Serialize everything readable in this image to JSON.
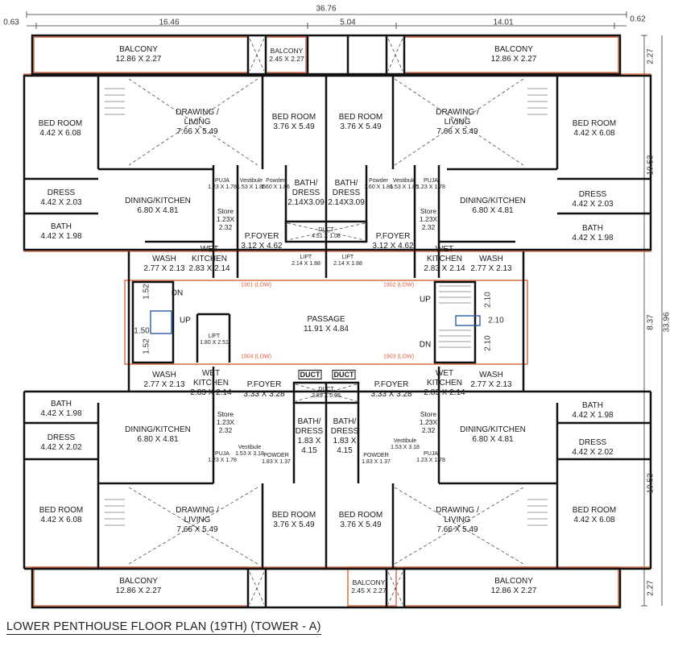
{
  "title": "LOWER PENTHOUSE FLOOR PLAN (19TH) (TOWER - A)",
  "overall_dims": {
    "total_width": "36.76",
    "left_offset": "0.63",
    "left_span": "16.46",
    "mid_span": "5.04",
    "right_span": "14.01",
    "right_offset": "0.62",
    "total_height": "33.96",
    "top_balcony": "2.27",
    "top_block": "10.53",
    "mid_block": "8.37",
    "bottom_block": "10.53",
    "bottom_balcony": "2.27"
  },
  "rooms": {
    "balcony_tl": {
      "name": "BALCONY",
      "dim": "12.86 X 2.27"
    },
    "balcony_tc": {
      "name": "BALCONY",
      "dim": "2.45 X 2.27"
    },
    "balcony_tr": {
      "name": "BALCONY",
      "dim": "12.86 X 2.27"
    },
    "bed_tl": {
      "name": "BED ROOM",
      "dim": "4.42 X 6.08"
    },
    "drawing_tl": {
      "name": "DRAWING / LIVING",
      "dim": "7.66 X 5.49"
    },
    "bed_tcl": {
      "name": "BED ROOM",
      "dim": "3.76 X 5.49"
    },
    "bed_tcr": {
      "name": "BED ROOM",
      "dim": "3.76 X 5.49"
    },
    "drawing_tr": {
      "name": "DRAWING / LIVING",
      "dim": "7.66 X 5.49"
    },
    "bed_tr": {
      "name": "BED ROOM",
      "dim": "4.42 X 6.08"
    },
    "dress_tl": {
      "name": "DRESS",
      "dim": "4.42 X 2.03"
    },
    "bath_tl": {
      "name": "BATH",
      "dim": "4.42 X 1.98"
    },
    "dining_tl": {
      "name": "DINING/KITCHEN",
      "dim": "6.80 X 4.81"
    },
    "puja_tl": {
      "name": "PUJA",
      "dim": "1.23 X 1.78"
    },
    "vest_tl": {
      "name": "Vestibule",
      "dim": "1.53 X 1.85"
    },
    "powder_tl": {
      "name": "Powder",
      "dim": "1.60 X 1.86"
    },
    "bathdress_tl": {
      "name": "BATH/ DRESS",
      "dim": "2.14X3.09"
    },
    "bathdress_tr": {
      "name": "BATH/ DRESS",
      "dim": "2.14X3.09"
    },
    "powder_tr": {
      "name": "Powder",
      "dim": "1.60 X 1.86"
    },
    "vest_tr": {
      "name": "Vestibule",
      "dim": "1.53 X 1.85"
    },
    "puja_tr": {
      "name": "PUJA",
      "dim": "1.23 X 1.78"
    },
    "dining_tr": {
      "name": "DINING/KITCHEN",
      "dim": "6.80 X 4.81"
    },
    "dress_tr": {
      "name": "DRESS",
      "dim": "4.42 X 2.03"
    },
    "bath_tr": {
      "name": "BATH",
      "dim": "4.42 X 1.98"
    },
    "store_tl": {
      "name": "Store",
      "dim": "1.23X 2.32"
    },
    "pfoyer_tl": {
      "name": "P.FOYER",
      "dim": "3.12 X 4.62"
    },
    "duct_t": {
      "name": "DUCT",
      "dim": "4.51 X 1.08"
    },
    "lift_t1": {
      "name": "LIFT",
      "dim": "2.14 X 1.88"
    },
    "lift_t2": {
      "name": "LIFT",
      "dim": "2.14 X 1.88"
    },
    "pfoyer_tr": {
      "name": "P.FOYER",
      "dim": "3.12 X 4.62"
    },
    "store_tr": {
      "name": "Store",
      "dim": "1.23X 2.32"
    },
    "wash_tl": {
      "name": "WASH",
      "dim": "2.77 X 2.13"
    },
    "wetk_tl": {
      "name": "WET KITCHEN",
      "dim": "2.83 X 2.14"
    },
    "wetk_tr": {
      "name": "WET KITCHEN",
      "dim": "2.83 X 2.14"
    },
    "wash_tr": {
      "name": "WASH",
      "dim": "2.77 X 2.13"
    },
    "passage": {
      "name": "PASSAGE",
      "dim": "11.91 X 4.84"
    },
    "lift_m": {
      "name": "LIFT",
      "dim": "1.80 X 2.51"
    },
    "wash_bl": {
      "name": "WASH",
      "dim": "2.77 X 2.13"
    },
    "wetk_bl": {
      "name": "WET KITCHEN",
      "dim": "2.83 X 2.14"
    },
    "pfoyer_bl": {
      "name": "P.FOYER",
      "dim": "3.33 X 3.28"
    },
    "duct_b": {
      "name": "DUCT",
      "dim": "3.89 X 0.98"
    },
    "pfoyer_br": {
      "name": "P.FOYER",
      "dim": "3.33 X 3.28"
    },
    "wetk_br": {
      "name": "WET KITCHEN",
      "dim": "2.83 X 2.14"
    },
    "wash_br": {
      "name": "WASH",
      "dim": "2.77 X 2.13"
    },
    "bath_bl": {
      "name": "BATH",
      "dim": "4.42 X 1.98"
    },
    "dress_bl": {
      "name": "DRESS",
      "dim": "4.42 X 2.02"
    },
    "dining_bl": {
      "name": "DINING/KITCHEN",
      "dim": "6.80 X 4.81"
    },
    "store_bl": {
      "name": "Store",
      "dim": "1.23X 2.32"
    },
    "puja_bl": {
      "name": "PUJA",
      "dim": "1.23 X 1.78"
    },
    "vest_bl": {
      "name": "Vestibule",
      "dim": "1.53 X 3.18"
    },
    "powder_bl": {
      "name": "POWDER",
      "dim": "1.83 X 1.37"
    },
    "bathdress_bl": {
      "name": "BATH/ DRESS",
      "dim": "1.83 X 4.15"
    },
    "bathdress_br": {
      "name": "BATH/ DRESS",
      "dim": "1.83 X 4.15"
    },
    "powder_br": {
      "name": "POWDER",
      "dim": "1.83 X 1.37"
    },
    "vest_br": {
      "name": "Vestibule",
      "dim": "1.53 X 3.18"
    },
    "store_br": {
      "name": "Store",
      "dim": "1.23X 2.32"
    },
    "puja_br": {
      "name": "PUJA",
      "dim": "1.23 X 1.78"
    },
    "dining_br": {
      "name": "DINING/KITCHEN",
      "dim": "6.80 X 4.81"
    },
    "bath_br": {
      "name": "BATH",
      "dim": "4.42 X 1.98"
    },
    "dress_br": {
      "name": "DRESS",
      "dim": "4.42 X 2.02"
    },
    "bed_bl": {
      "name": "BED ROOM",
      "dim": "4.42 X 6.08"
    },
    "drawing_bl": {
      "name": "DRAWING / LIVING",
      "dim": "7.66 X 5.49"
    },
    "bed_bcl": {
      "name": "BED ROOM",
      "dim": "3.76 X 5.49"
    },
    "bed_bcr": {
      "name": "BED ROOM",
      "dim": "3.76 X 5.49"
    },
    "drawing_br": {
      "name": "DRAWING / LIVING",
      "dim": "7.66 X 5.49"
    },
    "bed_br": {
      "name": "BED ROOM",
      "dim": "4.42 X 6.08"
    },
    "balcony_bl": {
      "name": "BALCONY",
      "dim": "12.86 X 2.27"
    },
    "balcony_bc": {
      "name": "BALCONY",
      "dim": "2.45 X 2.27"
    },
    "balcony_br": {
      "name": "BALCONY",
      "dim": "12.86 X 2.27"
    }
  },
  "flats": {
    "f1901": "1901 (LOW)",
    "f1902": "1902 (LOW)",
    "f1903": "1903 (LOW)",
    "f1904": "1904 (LOW)"
  },
  "stairs": {
    "dn_left": "DN",
    "up_left": "UP",
    "up_right": "UP",
    "dn_right": "DN",
    "ducts": [
      "DUCT",
      "DUCT"
    ],
    "left_dims": [
      "1.52",
      "1.50",
      "1.52"
    ],
    "right_dims": [
      "2.10",
      "2.10",
      "2.10"
    ]
  },
  "colors": {
    "wall": "#111111",
    "outline": "#d9603a",
    "level": "#d9603a"
  }
}
